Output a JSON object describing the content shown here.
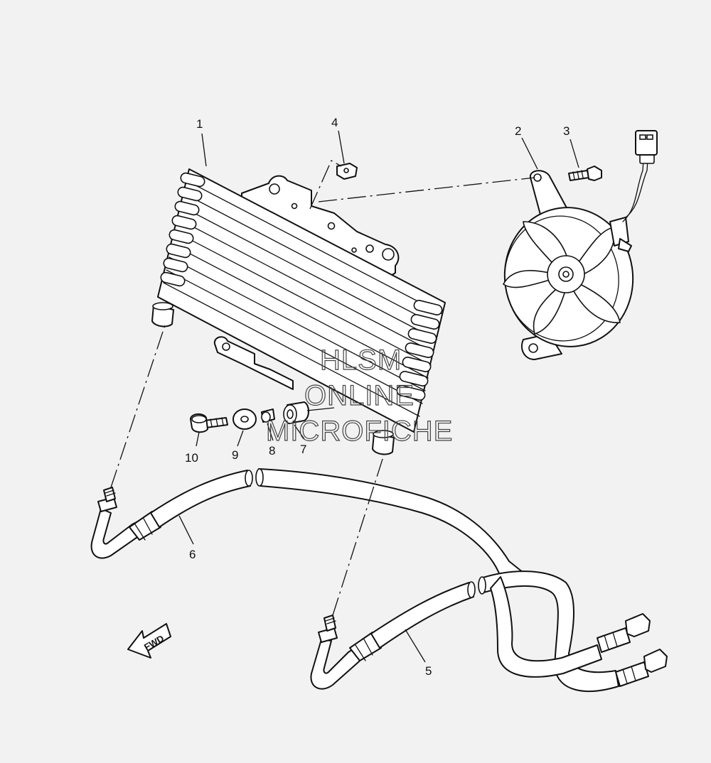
{
  "callouts": {
    "c1": "1",
    "c2": "2",
    "c3": "3",
    "c4": "4",
    "c5": "5",
    "c6": "6",
    "c7": "7",
    "c8": "8",
    "c9": "9",
    "c10": "10"
  },
  "watermark": {
    "line1": "HLSM",
    "line2": "ONLINE",
    "line3": "MICROFICHE"
  },
  "fwd_label": "FWD",
  "colors": {
    "background": "#f2f2f2",
    "line": "#111111",
    "watermark": "#444444"
  }
}
